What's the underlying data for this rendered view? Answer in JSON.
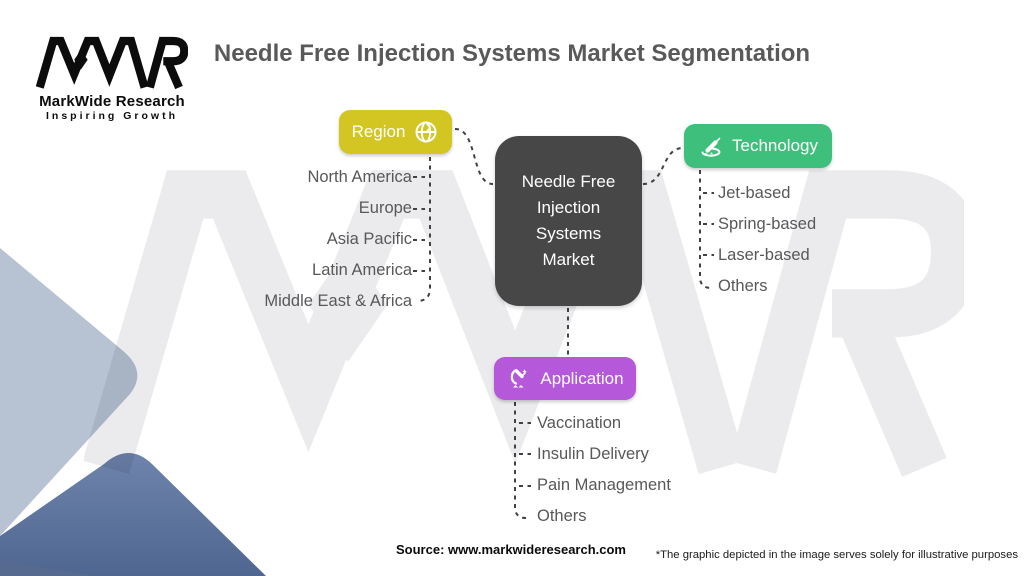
{
  "page": {
    "title": "Needle Free Injection Systems Market Segmentation"
  },
  "logo": {
    "monogram": "MWR",
    "name": "MarkWide Research",
    "tagline": "Inspiring Growth"
  },
  "center_node": {
    "label": "Needle Free Injection Systems Market"
  },
  "branches": {
    "region": {
      "label": "Region",
      "color": "#d3c522",
      "icon": "globe-icon",
      "items": [
        "North America",
        "Europe",
        "Asia Pacific",
        "Latin America",
        "Middle East & Africa"
      ]
    },
    "technology": {
      "label": "Technology",
      "color": "#3ec07c",
      "icon": "syringe-launch-icon",
      "items": [
        "Jet-based",
        "Spring-based",
        "Laser-based",
        "Others"
      ]
    },
    "application": {
      "label": "Application",
      "color": "#b558d9",
      "icon": "microscope-icon",
      "items": [
        "Vaccination",
        "Insulin Delivery",
        "Pain Management",
        "Others"
      ]
    }
  },
  "footer": {
    "source": "Source: www.markwideresearch.com",
    "disclaimer": "*The graphic depicted in the image serves solely for illustrative purposes"
  },
  "colors": {
    "center_box": "#474747",
    "item_text": "#58585a",
    "connector": "#414141",
    "corner_light": "#b7c2d2",
    "corner_dark_top": "#6e84ab",
    "corner_dark_bottom": "#4f6690"
  }
}
